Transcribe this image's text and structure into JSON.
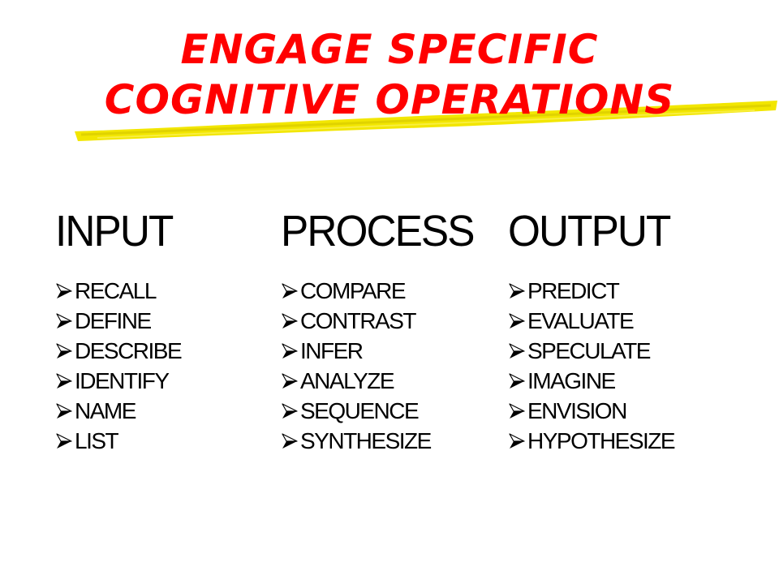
{
  "title": {
    "line1": "ENGAGE SPECIFIC",
    "line2": "COGNITIVE OPERATIONS",
    "color": "#ff0000",
    "highlight_color": "#f2e600"
  },
  "bullet_icon": "arrow-bullet-icon",
  "columns": [
    {
      "heading": "INPUT",
      "items": [
        "RECALL",
        "DEFINE",
        "DESCRIBE",
        "IDENTIFY",
        "NAME",
        "LIST"
      ]
    },
    {
      "heading": "PROCESS",
      "items": [
        "COMPARE",
        "CONTRAST",
        "INFER",
        "ANALYZE",
        "SEQUENCE",
        "SYNTHESIZE"
      ]
    },
    {
      "heading": "OUTPUT",
      "items": [
        "PREDICT",
        "EVALUATE",
        "SPECULATE",
        "IMAGINE",
        "ENVISION",
        "HYPOTHESIZE"
      ]
    }
  ]
}
